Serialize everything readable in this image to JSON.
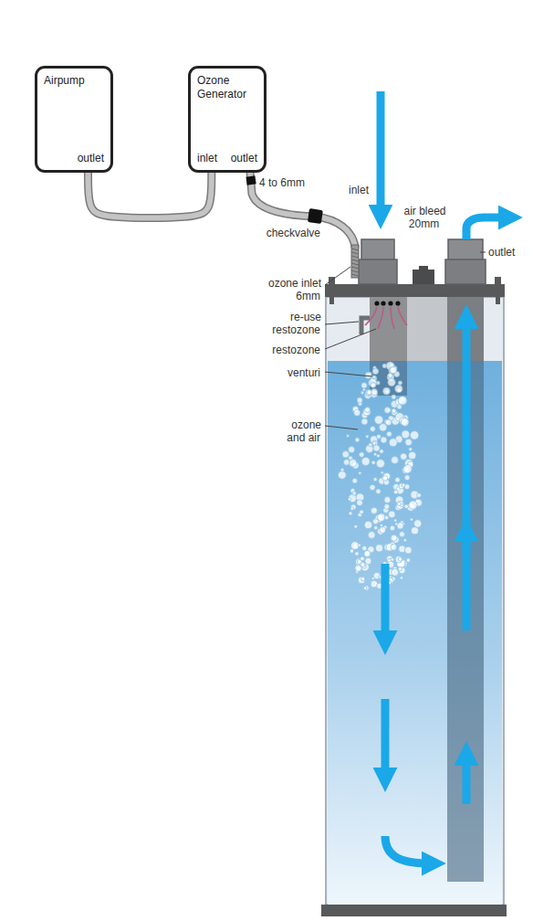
{
  "diagram": {
    "nodes": [
      {
        "text": [
          "Airpump",
          "outlet"
        ]
      },
      {
        "text": [
          "Ozone Generator",
          "inlet",
          "outlet"
        ]
      }
    ],
    "edges": [
      {
        "from": 0,
        "to": 1,
        "arrow": "none"
      }
    ],
    "labels": [
      "4 to 6mm",
      "checkvalve",
      "ozone inlet 6mm",
      "re-use restozone",
      "restozone",
      "venturi",
      "ozone and air",
      "inlet",
      "air bleed 20mm",
      "outlet"
    ]
  }
}
